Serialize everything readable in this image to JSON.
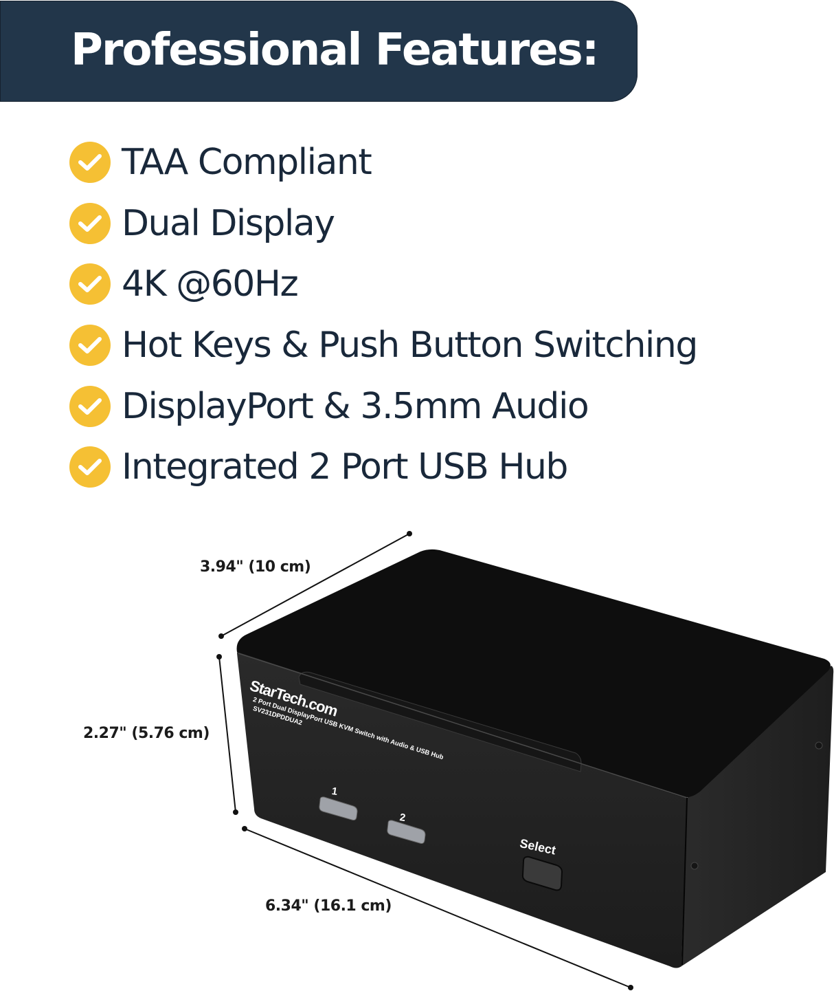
{
  "header": {
    "title": "Professional Features:",
    "background_color": "#22364a",
    "text_color": "#ffffff"
  },
  "features": {
    "check_icon": "check-circle-icon",
    "check_color": "#f5c034",
    "text_color": "#19283a",
    "items": [
      {
        "label": "TAA Compliant"
      },
      {
        "label": "Dual Display"
      },
      {
        "label": "4K @60Hz"
      },
      {
        "label": "Hot Keys & Push Button Switching"
      },
      {
        "label": "DisplayPort & 3.5mm Audio"
      },
      {
        "label": "Integrated 2 Port USB Hub"
      }
    ]
  },
  "product": {
    "device_color": "#141414",
    "brand": "StarTech.com",
    "description": "2 Port Dual DisplayPort USB KVM Switch with Audio & USB Hub",
    "model": "SV231DPDDUA2",
    "buttons": [
      {
        "label": "1"
      },
      {
        "label": "2"
      },
      {
        "label": "Select"
      }
    ],
    "dimensions": {
      "depth": "3.94\" (10 cm)",
      "height": "2.27\" (5.76 cm)",
      "width": "6.34\" (16.1 cm)"
    }
  }
}
